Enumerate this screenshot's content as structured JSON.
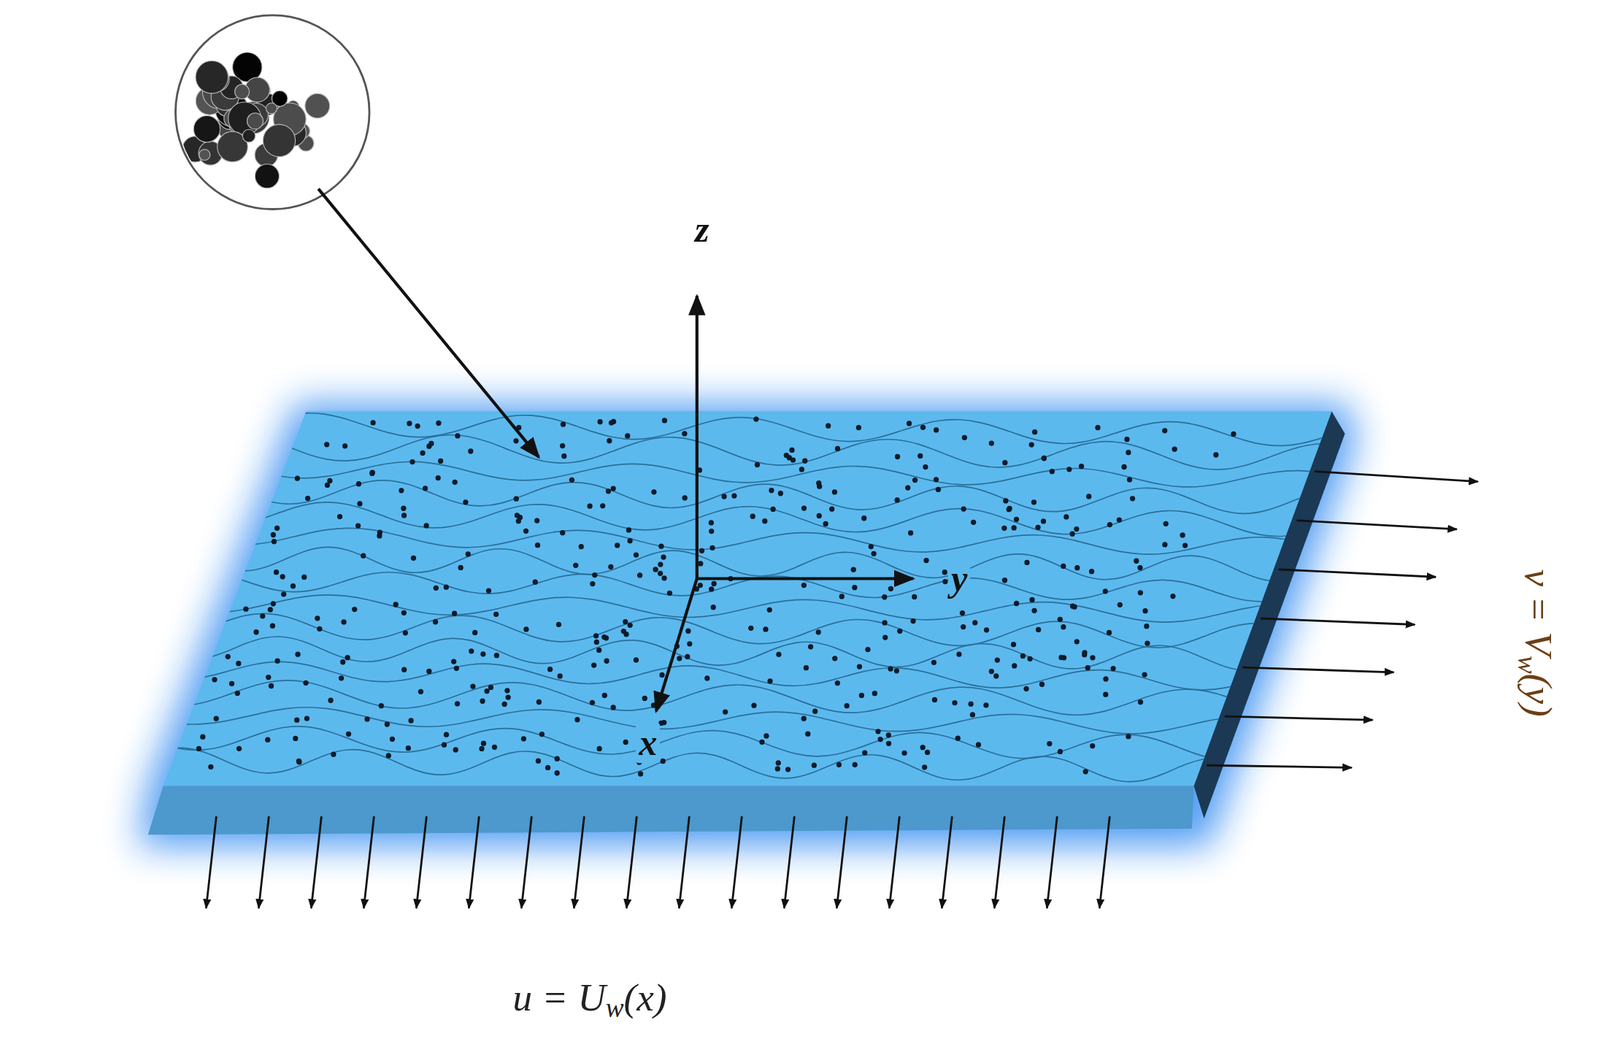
{
  "diagram": {
    "labels": [
      "z",
      "y",
      "x",
      "u = Uw(x)",
      "v = Vw(y)"
    ]
  }
}
